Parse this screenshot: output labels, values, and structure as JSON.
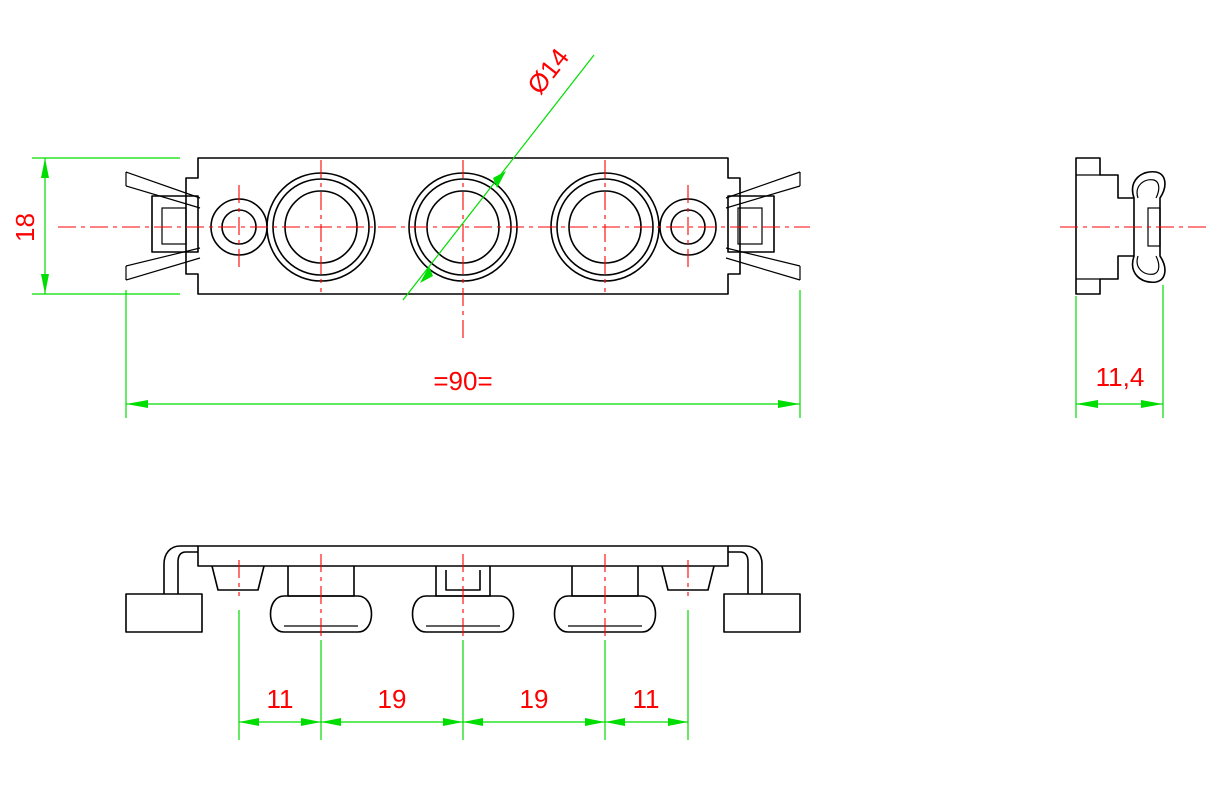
{
  "colors": {
    "background": "#ffffff",
    "outline": "#000000",
    "centerline": "#ff0000",
    "dimension_line": "#00dd00",
    "dimension_text": "#ff0000"
  },
  "dimensions": {
    "diameter": "Ø14",
    "height": "18",
    "overall_length": "=90=",
    "side_thickness": "11,4",
    "pitch_1": "11",
    "pitch_2": "19",
    "pitch_3": "19",
    "pitch_4": "11"
  }
}
